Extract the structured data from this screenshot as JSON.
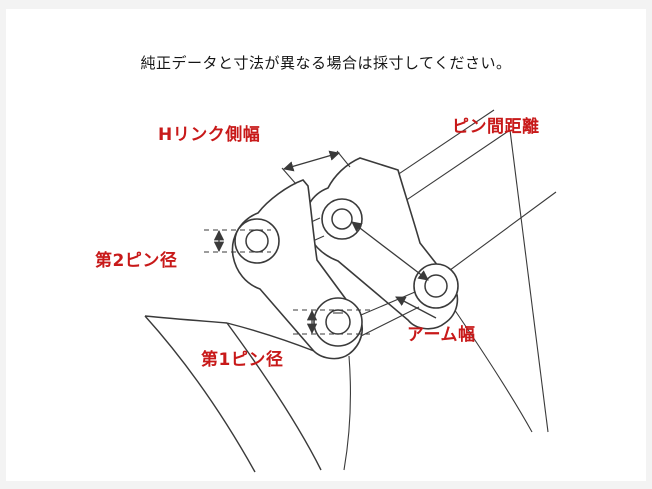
{
  "title": "純正データと寸法が異なる場合は採寸してください。",
  "labels": {
    "h_link_width": "Hリンク側幅",
    "pin_distance": "ピン間距離",
    "pin2_diameter": "第2ピン径",
    "arm_width": "アーム幅",
    "pin1_diameter": "第1ピン径"
  },
  "colors": {
    "page_bg": "#f3f3f3",
    "canvas_bg": "#ffffff",
    "label_red": "#c81919",
    "line": "#3a3a3a",
    "title_text": "#161616"
  }
}
